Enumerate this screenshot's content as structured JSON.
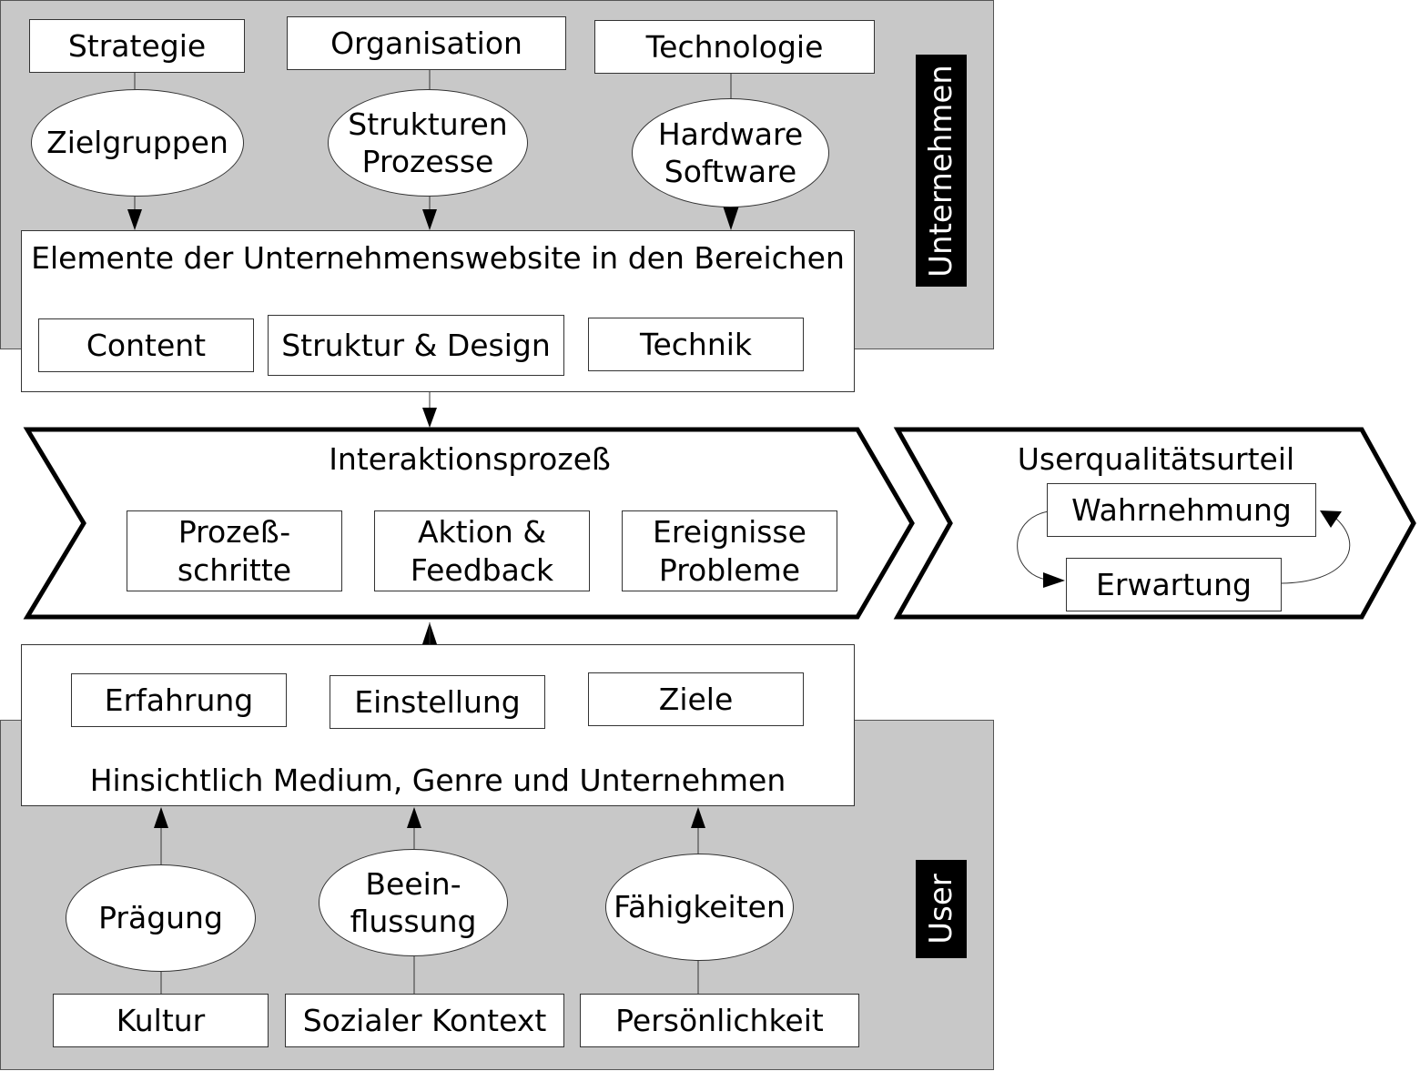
{
  "company_zone": {
    "label": "Unternehmen",
    "sources": [
      "Strategie",
      "Organisation",
      "Technologie"
    ],
    "factors": [
      [
        "Zielgruppen"
      ],
      [
        "Strukturen",
        "Prozesse"
      ],
      [
        "Hardware",
        "Software"
      ]
    ],
    "elements_title": "Elemente der Unternehmenswebsite in den Bereichen",
    "areas": [
      "Content",
      "Struktur & Design",
      "Technik"
    ]
  },
  "interaction": {
    "title": "Interaktionsprozeß",
    "items": [
      [
        "Prozeß-",
        "schritte"
      ],
      [
        "Aktion &",
        "Feedback"
      ],
      [
        "Ereignisse",
        "Probleme"
      ]
    ]
  },
  "judgement": {
    "title": "Userqualitätsurteil",
    "perception": "Wahrnehmung",
    "expectation": "Erwartung"
  },
  "user_zone": {
    "label": "User",
    "attitudes": [
      "Erfahrung",
      "Einstellung",
      "Ziele"
    ],
    "attitudes_caption": "Hinsichtlich Medium, Genre und Unternehmen",
    "factors": [
      [
        "Prägung"
      ],
      [
        "Beein-",
        "flussung"
      ],
      [
        "Fähigkeiten"
      ]
    ],
    "sources": [
      "Kultur",
      "Sozialer Kontext",
      "Persönlichkeit"
    ]
  },
  "colors": {
    "zone_fill": "#c8c8c8",
    "label_bg": "#000000",
    "box_fill": "#ffffff"
  }
}
